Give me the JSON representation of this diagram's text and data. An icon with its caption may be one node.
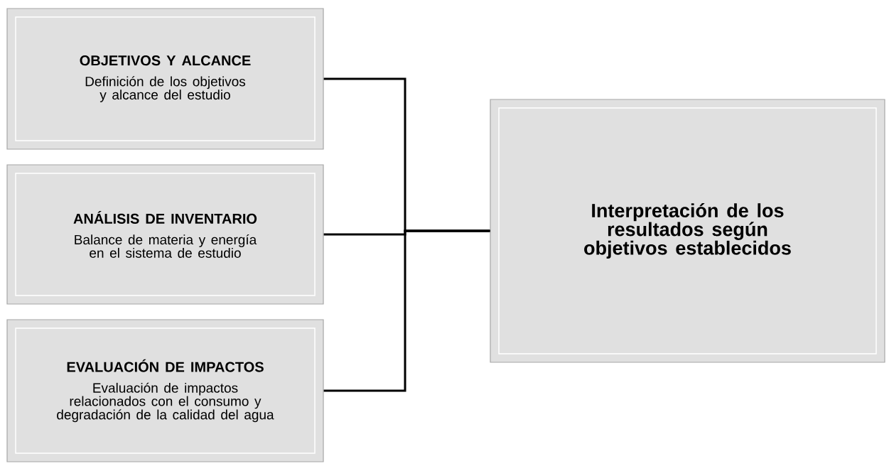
{
  "diagram": {
    "nodes": [
      {
        "text": [
          "OBJETIVOS Y ALCANCE",
          "Definición de los objetivos y alcance del estudio"
        ]
      },
      {
        "text": [
          "ANÁLISIS DE INVENTARIO",
          "Balance de materia y energía en el sistema de estudio"
        ]
      },
      {
        "text": [
          "EVALUACIÓN DE IMPACTOS",
          "Evaluación de impactos relacionados con el consumo y degradación de la calidad del agua"
        ]
      },
      {
        "text": [
          "Interpretación de los resultados según objetivos establecidos"
        ]
      }
    ],
    "edges": [
      {
        "from": 0,
        "to": 3,
        "arrow": "none"
      },
      {
        "from": 1,
        "to": 3,
        "arrow": "none"
      },
      {
        "from": 2,
        "to": 3,
        "arrow": "none"
      }
    ]
  }
}
